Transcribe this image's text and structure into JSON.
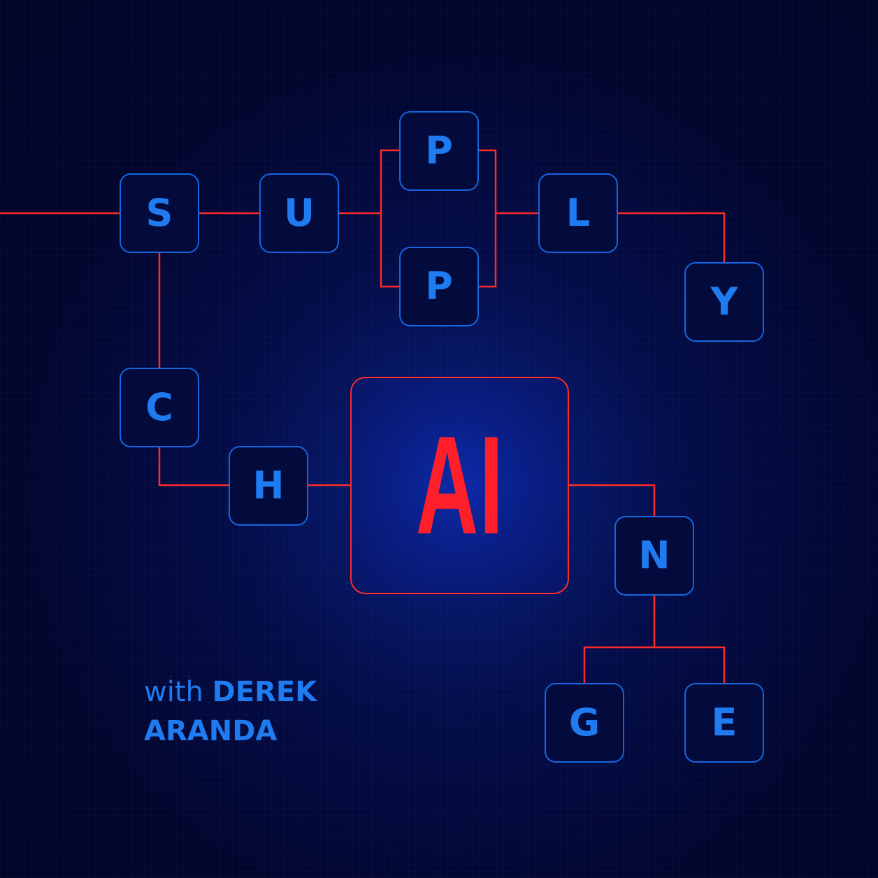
{
  "letters": {
    "s": "S",
    "u": "U",
    "p1": "P",
    "p2": "P",
    "l": "L",
    "y": "Y",
    "c": "C",
    "h": "H",
    "n": "N",
    "g": "G",
    "e": "E"
  },
  "center": {
    "label": "AI"
  },
  "credit": {
    "prefix": "with",
    "first_name": "DEREK",
    "last_name": "ARANDA"
  },
  "colors": {
    "background": "#02052e",
    "tile_border": "#1565e0",
    "letter": "#1f7bf0",
    "wire": "#ff2a2a",
    "ai_text": "#ff1f2b"
  }
}
